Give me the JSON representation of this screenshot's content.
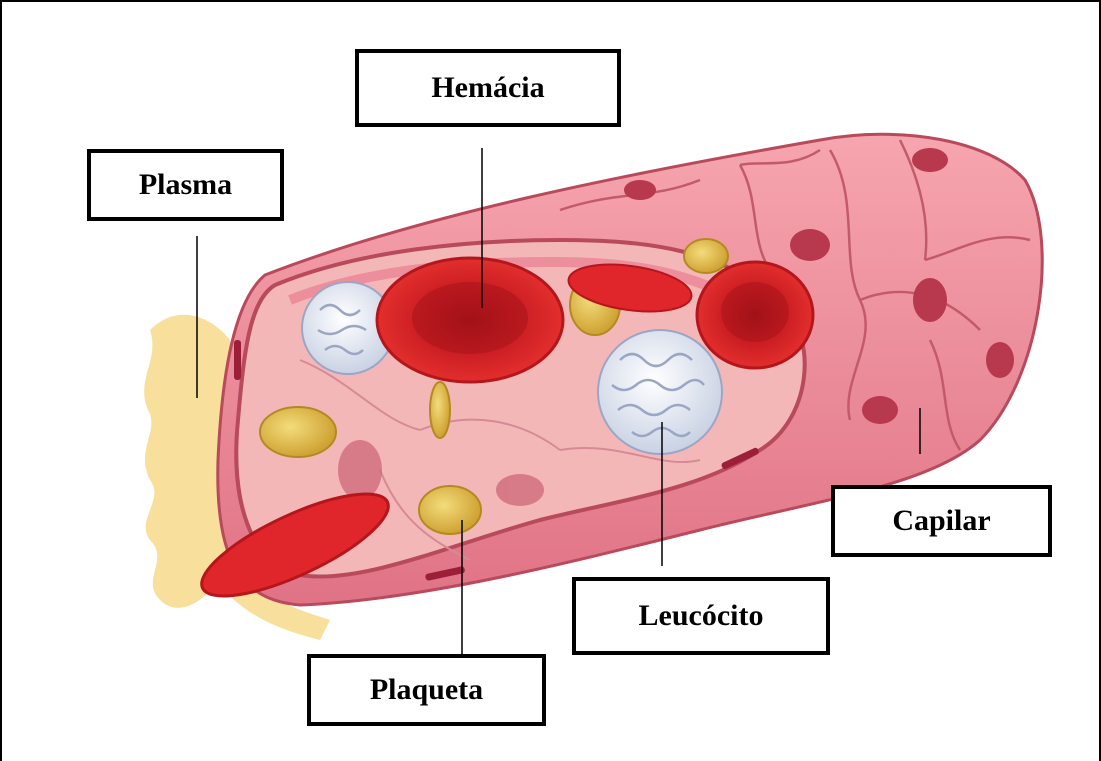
{
  "labels": {
    "hemacia": "Hemácia",
    "plasma": "Plasma",
    "capilar": "Capilar",
    "leucocito": "Leucócito",
    "plaqueta": "Plaqueta"
  },
  "colors": {
    "vessel_wall": "#f08c9a",
    "vessel_wall_dark": "#d9667a",
    "vessel_lumen": "#f4b7b8",
    "endothelial_nucleus": "#b8384e",
    "red_blood_cell": "#e0262a",
    "red_blood_cell_center": "#a8141a",
    "platelet": "#e9c24c",
    "white_blood_cell": "#eef1f7",
    "plasma": "#f7d98b"
  }
}
